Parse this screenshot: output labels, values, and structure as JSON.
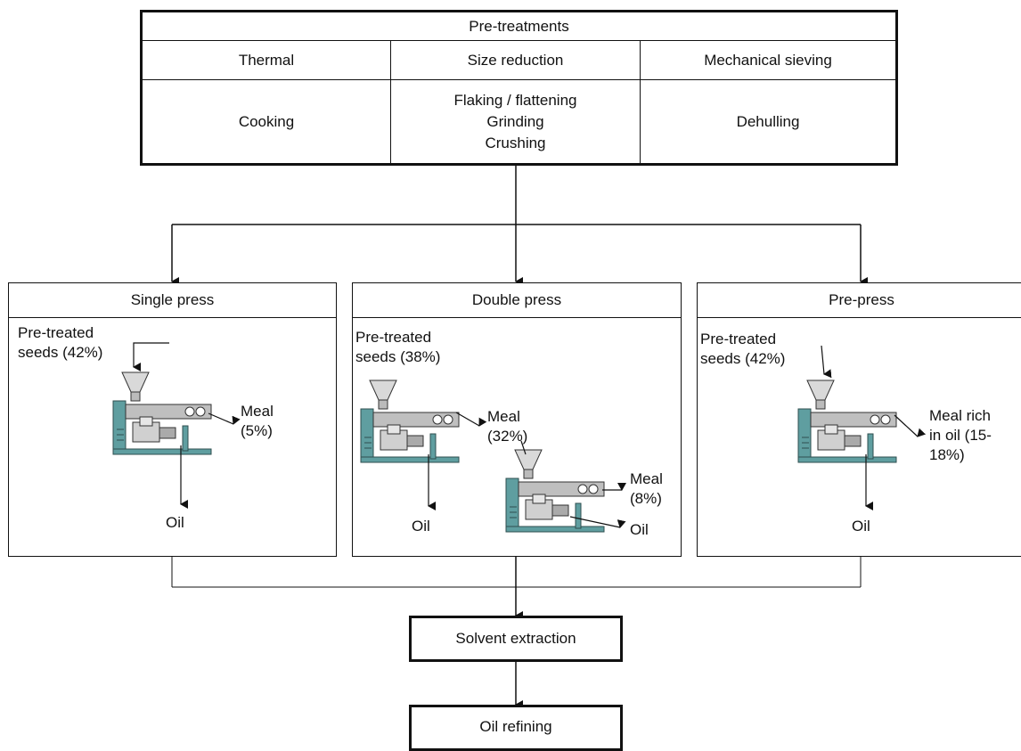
{
  "pretreatments": {
    "title": "Pre-treatments",
    "columns": [
      {
        "header": "Thermal",
        "items": [
          "Cooking"
        ]
      },
      {
        "header": "Size reduction",
        "items": [
          "Flaking / flattening",
          "Grinding",
          "Crushing"
        ]
      },
      {
        "header": "Mechanical sieving",
        "items": [
          "Dehulling"
        ]
      }
    ]
  },
  "processes": [
    {
      "title": "Single press",
      "input": [
        "Pre-treated",
        "seeds (42%)"
      ],
      "meal": [
        "Meal",
        "(5%)"
      ],
      "oil": "Oil"
    },
    {
      "title": "Double press",
      "input": [
        "Pre-treated",
        "seeds (38%)"
      ],
      "meal": [
        "Meal",
        "(32%)"
      ],
      "meal2": [
        "Meal",
        "(8%)"
      ],
      "oil": "Oil",
      "oil2": "Oil"
    },
    {
      "title": "Pre-press",
      "input": [
        "Pre-treated",
        "seeds (42%)"
      ],
      "meal": [
        "Meal rich",
        "in oil (15-",
        "18%)"
      ],
      "oil": "Oil"
    }
  ],
  "solvent_extraction": "Solvent extraction",
  "oil_refining": "Oil refining",
  "colors": {
    "press_body": "#5f9ea0",
    "press_top": "#d9d9d9",
    "line": "#111111"
  }
}
